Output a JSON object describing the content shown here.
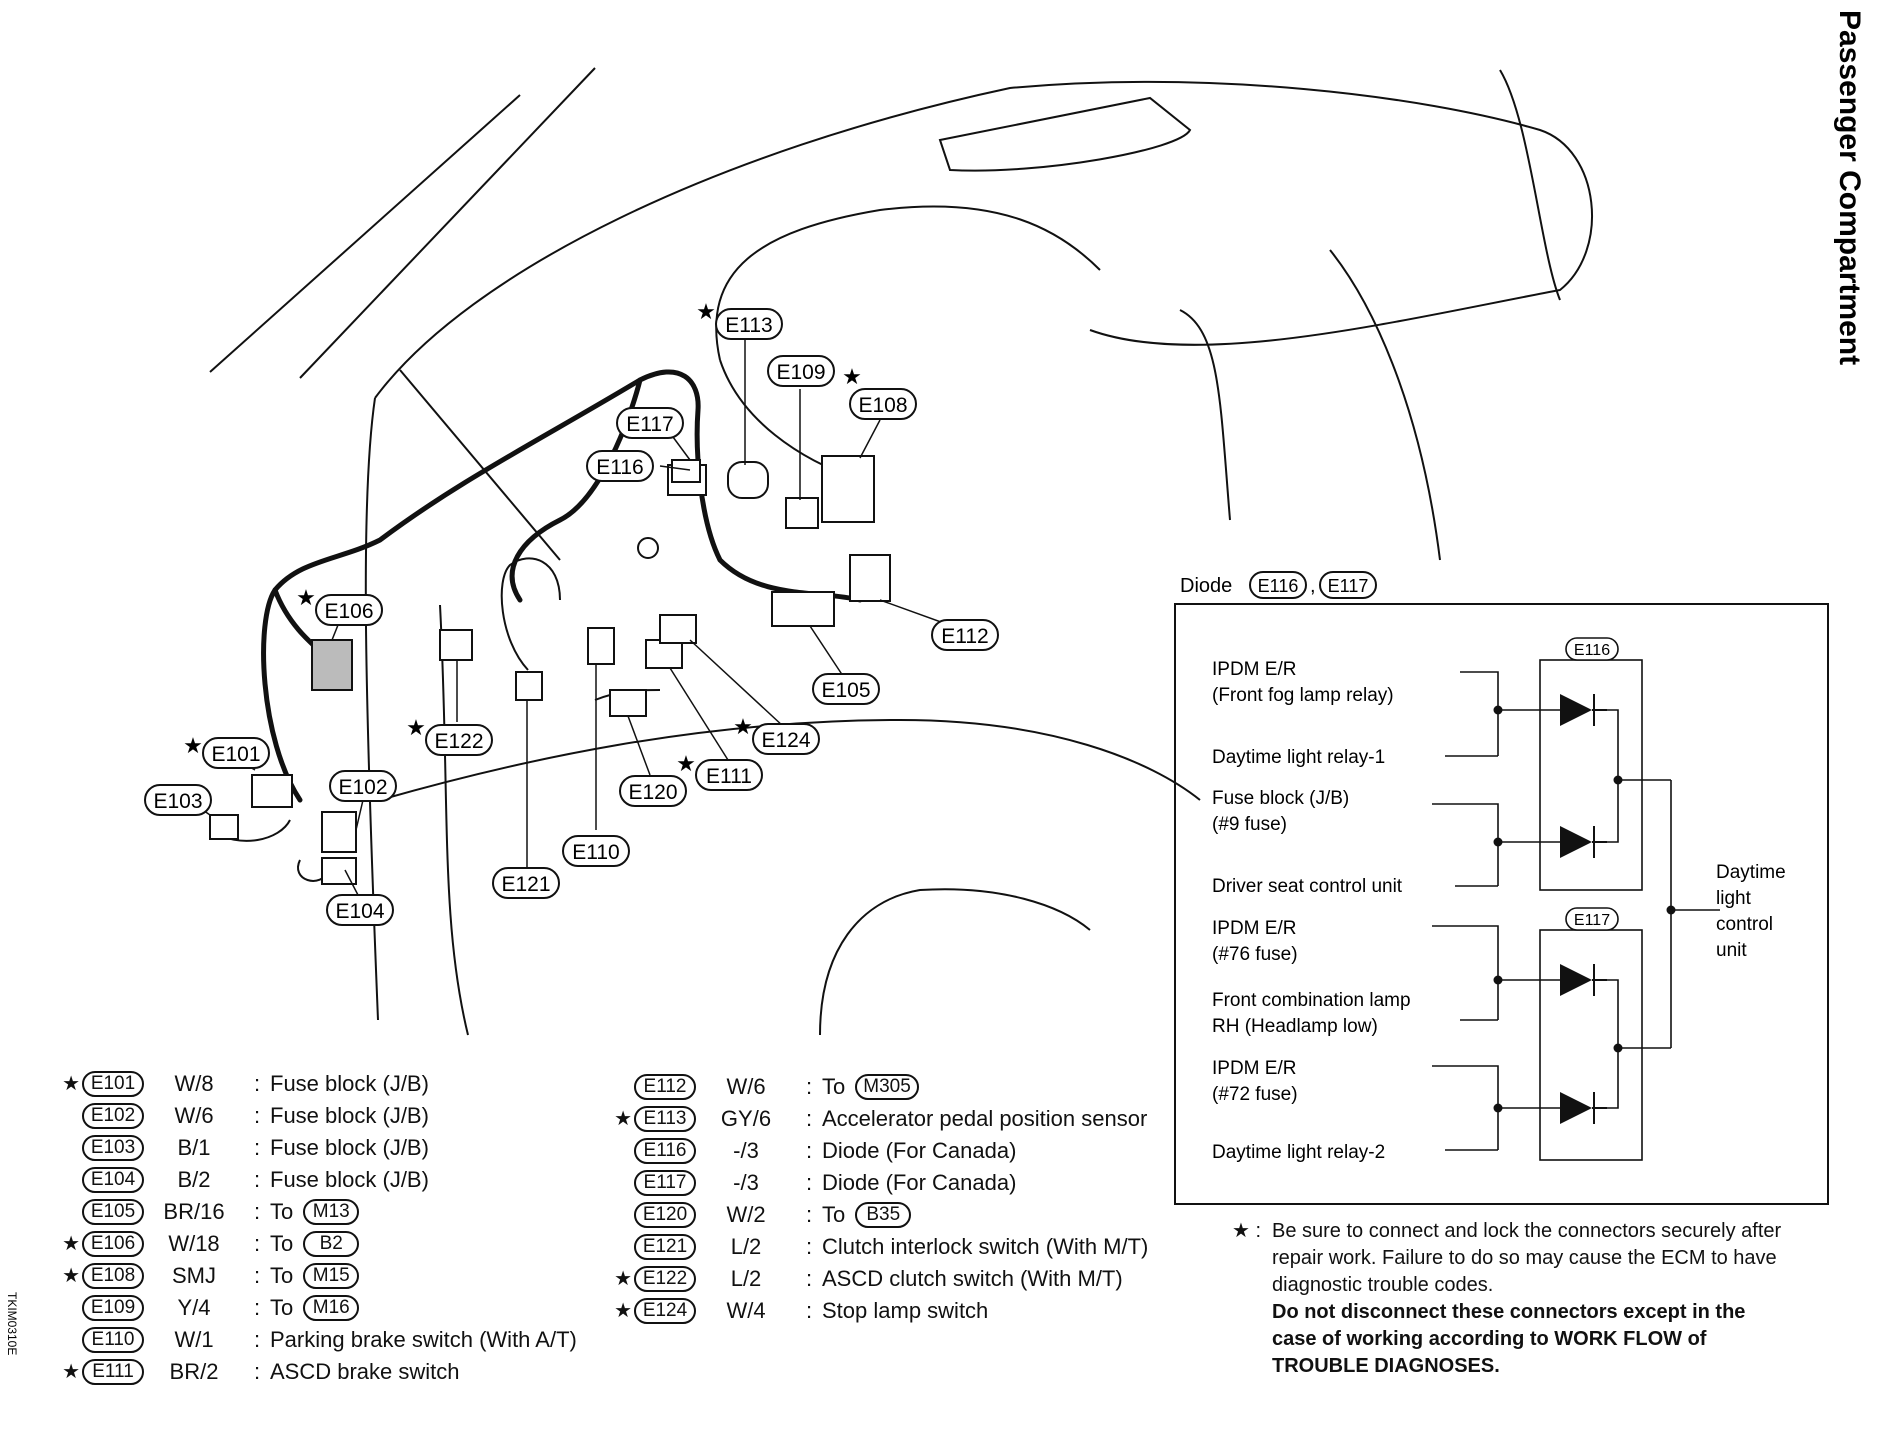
{
  "title": "Passenger Compartment",
  "doc_id": "TKIM0310E",
  "callouts": {
    "E101": "E101",
    "E102": "E102",
    "E103": "E103",
    "E104": "E104",
    "E105": "E105",
    "E106": "E106",
    "E108": "E108",
    "E109": "E109",
    "E110": "E110",
    "E111": "E111",
    "E112": "E112",
    "E113": "E113",
    "E116": "E116",
    "E117": "E117",
    "E120": "E120",
    "E121": "E121",
    "E122": "E122",
    "E124": "E124"
  },
  "diode_inset": {
    "heading": "Diode",
    "heading_ids": [
      "E116",
      "E117"
    ],
    "heading_sep": ",",
    "box_labels": [
      "E116",
      "E117"
    ],
    "inputs": [
      {
        "line1": "IPDM E/R",
        "line2": "(Front fog lamp relay)"
      },
      {
        "line1": "Daytime light relay-1",
        "line2": ""
      },
      {
        "line1": "Fuse block (J/B)",
        "line2": "(#9 fuse)"
      },
      {
        "line1": "Driver seat control unit",
        "line2": ""
      },
      {
        "line1": "IPDM E/R",
        "line2": "(#76 fuse)"
      },
      {
        "line1": "Front combination lamp",
        "line2": "RH (Headlamp low)"
      },
      {
        "line1": "IPDM E/R",
        "line2": "(#72 fuse)"
      },
      {
        "line1": "Daytime light relay-2",
        "line2": ""
      }
    ],
    "output": [
      "Daytime",
      "light",
      "control",
      "unit"
    ]
  },
  "legend_left": [
    {
      "star": "★",
      "id": "E101",
      "code": "W/8",
      "colon": ":",
      "desc": "Fuse block (J/B)",
      "to": ""
    },
    {
      "star": "",
      "id": "E102",
      "code": "W/6",
      "colon": ":",
      "desc": "Fuse block (J/B)",
      "to": ""
    },
    {
      "star": "",
      "id": "E103",
      "code": "B/1",
      "colon": ":",
      "desc": "Fuse block (J/B)",
      "to": ""
    },
    {
      "star": "",
      "id": "E104",
      "code": "B/2",
      "colon": ":",
      "desc": "Fuse block (J/B)",
      "to": ""
    },
    {
      "star": "",
      "id": "E105",
      "code": "BR/16",
      "colon": ":",
      "desc": "To",
      "to": "M13"
    },
    {
      "star": "★",
      "id": "E106",
      "code": "W/18",
      "colon": ":",
      "desc": "To",
      "to": "B2"
    },
    {
      "star": "★",
      "id": "E108",
      "code": "SMJ",
      "colon": ":",
      "desc": "To",
      "to": "M15"
    },
    {
      "star": "",
      "id": "E109",
      "code": "Y/4",
      "colon": ":",
      "desc": "To",
      "to": "M16"
    },
    {
      "star": "",
      "id": "E110",
      "code": "W/1",
      "colon": ":",
      "desc": "Parking brake switch (With A/T)",
      "to": ""
    },
    {
      "star": "★",
      "id": "E111",
      "code": "BR/2",
      "colon": ":",
      "desc": "ASCD brake switch",
      "to": ""
    }
  ],
  "legend_right": [
    {
      "star": "",
      "id": "E112",
      "code": "W/6",
      "colon": ":",
      "desc": "To",
      "to": "M305"
    },
    {
      "star": "★",
      "id": "E113",
      "code": "GY/6",
      "colon": ":",
      "desc": "Accelerator pedal position sensor",
      "to": ""
    },
    {
      "star": "",
      "id": "E116",
      "code": "-/3",
      "colon": ":",
      "desc": "Diode (For Canada)",
      "to": ""
    },
    {
      "star": "",
      "id": "E117",
      "code": "-/3",
      "colon": ":",
      "desc": "Diode (For Canada)",
      "to": ""
    },
    {
      "star": "",
      "id": "E120",
      "code": "W/2",
      "colon": ":",
      "desc": "To",
      "to": "B35"
    },
    {
      "star": "",
      "id": "E121",
      "code": "L/2",
      "colon": ":",
      "desc": "Clutch interlock switch (With M/T)",
      "to": ""
    },
    {
      "star": "★",
      "id": "E122",
      "code": "L/2",
      "colon": ":",
      "desc": "ASCD clutch switch (With M/T)",
      "to": ""
    },
    {
      "star": "★",
      "id": "E124",
      "code": "W/4",
      "colon": ":",
      "desc": "Stop lamp switch",
      "to": ""
    }
  ],
  "note": {
    "star": "★",
    "colon": ":",
    "text": "Be sure to connect and lock the connectors securely after repair work. Failure to do so may cause the ECM to have diagnostic trouble codes.",
    "bold_text": "Do not disconnect these connectors except in the case of working according to WORK FLOW of TROUBLE DIAGNOSES."
  }
}
